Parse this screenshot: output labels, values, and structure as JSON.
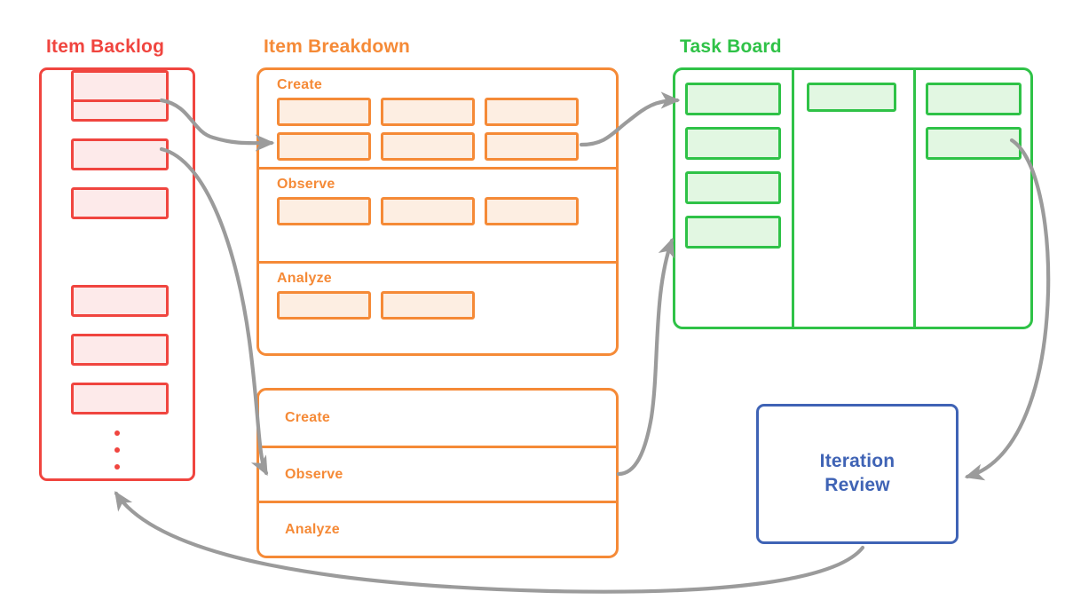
{
  "diagram": {
    "title_bar": {
      "backlog": "Item Backlog",
      "breakdown": "Item Breakdown",
      "taskboard": "Task Board"
    },
    "colors": {
      "backlog": "#f0453f",
      "backlog_fill": "#fdeaea",
      "breakdown": "#f58a37",
      "breakdown_fill": "#fdeee2",
      "taskboard": "#2fc247",
      "taskboard_fill": "#e2f7e2",
      "review": "#3f63b5",
      "arrow": "#9b9b9b",
      "background": "#ffffff"
    }
  },
  "backlog": {
    "title": "Item Backlog",
    "card_count": 7,
    "cards": [
      {
        "id": "backlog-card-1"
      },
      {
        "id": "backlog-card-2"
      },
      {
        "id": "backlog-card-3"
      },
      {
        "id": "backlog-card-4"
      },
      {
        "id": "backlog-card-5"
      },
      {
        "id": "backlog-card-6"
      },
      {
        "id": "backlog-card-7"
      }
    ],
    "ellipsis_dots": 3
  },
  "breakdown": {
    "title": "Item Breakdown",
    "sections": [
      {
        "label": "Create",
        "card_count": 6,
        "rows": 2,
        "per_row": 3
      },
      {
        "label": "Observe",
        "card_count": 3,
        "rows": 1,
        "per_row": 3
      },
      {
        "label": "Analyze",
        "card_count": 2,
        "rows": 1,
        "per_row": 2
      }
    ]
  },
  "breakdown_list": {
    "rows": [
      {
        "label": "Create"
      },
      {
        "label": "Observe"
      },
      {
        "label": "Analyze"
      }
    ]
  },
  "taskboard": {
    "title": "Task Board",
    "columns": [
      {
        "name": "column-1",
        "card_count": 4
      },
      {
        "name": "column-2",
        "card_count": 1
      },
      {
        "name": "column-3",
        "card_count": 2
      }
    ]
  },
  "iteration_review": {
    "line1": "Iteration",
    "line2": "Review"
  },
  "flows": [
    {
      "id": "backlog-to-breakdown-create",
      "from": "backlog-card-1",
      "to": "breakdown-create"
    },
    {
      "id": "breakdown-create-to-taskboard",
      "from": "breakdown-create",
      "to": "taskboard-column-1"
    },
    {
      "id": "backlog-to-breakdown-list-observe",
      "from": "backlog-card-2",
      "to": "breakdown-list-observe"
    },
    {
      "id": "breakdown-list-to-taskboard",
      "from": "breakdown-list-observe",
      "to": "taskboard-column-1"
    },
    {
      "id": "taskboard-to-iteration-review",
      "from": "taskboard-column-3",
      "to": "iteration-review"
    },
    {
      "id": "iteration-review-to-backlog",
      "from": "iteration-review",
      "to": "backlog"
    }
  ]
}
